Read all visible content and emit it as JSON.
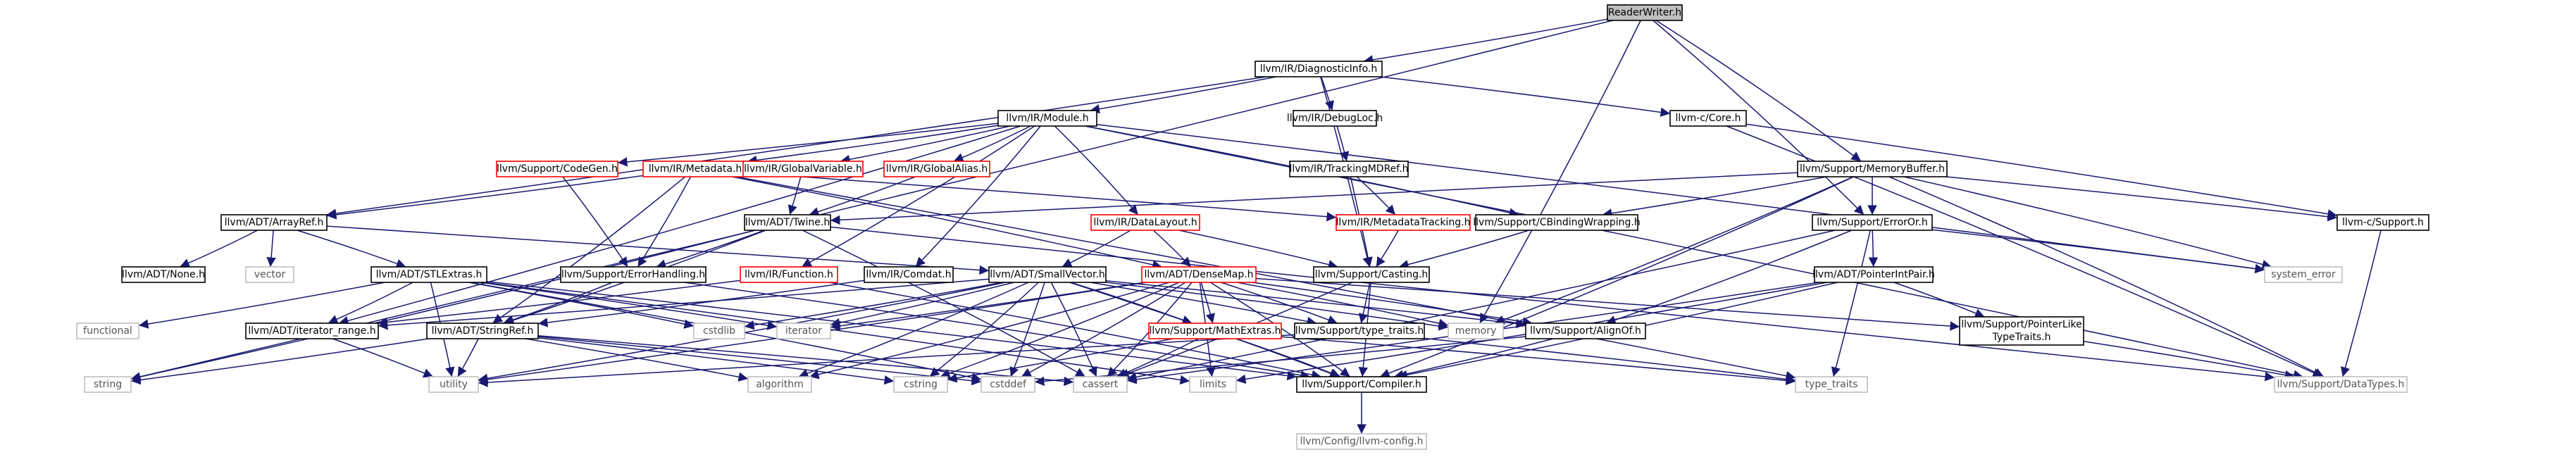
{
  "diagram": {
    "type": "include-dependency-graph",
    "colors": {
      "edge": "#191970",
      "root_fill": "#bfbfbf",
      "normal_border": "#000000",
      "incomplete_border": "#ff0000",
      "system_border": "#bfbfbf",
      "system_text": "#555555"
    },
    "nodes": [
      {
        "id": "root",
        "label": "ReaderWriter.h",
        "style": "root"
      },
      {
        "id": "diaginfo",
        "label": "llvm/IR/DiagnosticInfo.h",
        "style": "normal"
      },
      {
        "id": "module",
        "label": "llvm/IR/Module.h",
        "style": "normal"
      },
      {
        "id": "debugloc",
        "label": "llvm/IR/DebugLoc.h",
        "style": "normal"
      },
      {
        "id": "ccore",
        "label": "llvm-c/Core.h",
        "style": "normal"
      },
      {
        "id": "codegen",
        "label": "llvm/Support/CodeGen.h",
        "style": "incomplete"
      },
      {
        "id": "metadata",
        "label": "llvm/IR/Metadata.h",
        "style": "incomplete"
      },
      {
        "id": "globalvar",
        "label": "llvm/IR/GlobalVariable.h",
        "style": "incomplete"
      },
      {
        "id": "globalalias",
        "label": "llvm/IR/GlobalAlias.h",
        "style": "incomplete"
      },
      {
        "id": "trackingmd",
        "label": "llvm/IR/TrackingMDRef.h",
        "style": "normal"
      },
      {
        "id": "memorybuffer",
        "label": "llvm/Support/MemoryBuffer.h",
        "style": "normal"
      },
      {
        "id": "arrayref",
        "label": "llvm/ADT/ArrayRef.h",
        "style": "normal"
      },
      {
        "id": "twine",
        "label": "llvm/ADT/Twine.h",
        "style": "normal"
      },
      {
        "id": "datalayout",
        "label": "llvm/IR/DataLayout.h",
        "style": "incomplete"
      },
      {
        "id": "mdtracking",
        "label": "llvm/IR/MetadataTracking.h",
        "style": "incomplete"
      },
      {
        "id": "cbinding",
        "label": "llvm/Support/CBindingWrapping.h",
        "style": "normal"
      },
      {
        "id": "erroror",
        "label": "llvm/Support/ErrorOr.h",
        "style": "normal"
      },
      {
        "id": "csupport",
        "label": "llvm-c/Support.h",
        "style": "normal"
      },
      {
        "id": "none",
        "label": "llvm/ADT/None.h",
        "style": "normal"
      },
      {
        "id": "vector",
        "label": "vector",
        "style": "system"
      },
      {
        "id": "stlextras",
        "label": "llvm/ADT/STLExtras.h",
        "style": "normal"
      },
      {
        "id": "errorhandling",
        "label": "llvm/Support/ErrorHandling.h",
        "style": "normal"
      },
      {
        "id": "function",
        "label": "llvm/IR/Function.h",
        "style": "incomplete"
      },
      {
        "id": "comdat",
        "label": "llvm/IR/Comdat.h",
        "style": "normal"
      },
      {
        "id": "smallvector",
        "label": "llvm/ADT/SmallVector.h",
        "style": "normal"
      },
      {
        "id": "densemap",
        "label": "llvm/ADT/DenseMap.h",
        "style": "incomplete"
      },
      {
        "id": "casting",
        "label": "llvm/Support/Casting.h",
        "style": "normal"
      },
      {
        "id": "pointerintpair",
        "label": "llvm/ADT/PointerIntPair.h",
        "style": "normal"
      },
      {
        "id": "systemerror",
        "label": "system_error",
        "style": "system"
      },
      {
        "id": "functional",
        "label": "functional",
        "style": "system"
      },
      {
        "id": "iteratorrange",
        "label": "llvm/ADT/iterator_range.h",
        "style": "normal"
      },
      {
        "id": "cstdlib",
        "label": "cstdlib",
        "style": "system"
      },
      {
        "id": "iterator",
        "label": "iterator",
        "style": "system"
      },
      {
        "id": "stringref",
        "label": "llvm/ADT/StringRef.h",
        "style": "normal"
      },
      {
        "id": "mathextras",
        "label": "llvm/Support/MathExtras.h",
        "style": "incomplete"
      },
      {
        "id": "typetraits",
        "label": "llvm/Support/type_traits.h",
        "style": "normal"
      },
      {
        "id": "memory",
        "label": "memory",
        "style": "system"
      },
      {
        "id": "alignof",
        "label": "llvm/Support/AlignOf.h",
        "style": "normal"
      },
      {
        "id": "ptrliketraits",
        "label": "llvm/Support/PointerLike\nTypeTraits.h",
        "style": "normal"
      },
      {
        "id": "string",
        "label": "string",
        "style": "system"
      },
      {
        "id": "utility",
        "label": "utility",
        "style": "system"
      },
      {
        "id": "algorithm",
        "label": "algorithm",
        "style": "system"
      },
      {
        "id": "cstring",
        "label": "cstring",
        "style": "system"
      },
      {
        "id": "cstddef",
        "label": "cstddef",
        "style": "system"
      },
      {
        "id": "cassert",
        "label": "cassert",
        "style": "system"
      },
      {
        "id": "limits",
        "label": "limits",
        "style": "system"
      },
      {
        "id": "compiler",
        "label": "llvm/Support/Compiler.h",
        "style": "normal"
      },
      {
        "id": "stdtypetraits",
        "label": "type_traits",
        "style": "system"
      },
      {
        "id": "datatypes",
        "label": "llvm/Support/DataTypes.h",
        "style": "system"
      },
      {
        "id": "llvmconfig",
        "label": "llvm/Config/llvm-config.h",
        "style": "system"
      }
    ],
    "edges": [
      [
        "root",
        "diaginfo"
      ],
      [
        "root",
        "memorybuffer"
      ],
      [
        "root",
        "erroror"
      ],
      [
        "root",
        "string"
      ],
      [
        "root",
        "memory"
      ],
      [
        "diaginfo",
        "module"
      ],
      [
        "diaginfo",
        "debugloc"
      ],
      [
        "diaginfo",
        "ccore"
      ],
      [
        "diaginfo",
        "arrayref"
      ],
      [
        "diaginfo",
        "casting"
      ],
      [
        "module",
        "codegen"
      ],
      [
        "module",
        "metadata"
      ],
      [
        "module",
        "globalvar"
      ],
      [
        "module",
        "globalalias"
      ],
      [
        "module",
        "datalayout"
      ],
      [
        "module",
        "function"
      ],
      [
        "module",
        "comdat"
      ],
      [
        "module",
        "cbinding"
      ],
      [
        "module",
        "systemerror"
      ],
      [
        "module",
        "datatypes"
      ],
      [
        "module",
        "iteratorrange"
      ],
      [
        "debugloc",
        "trackingmd"
      ],
      [
        "ccore",
        "csupport"
      ],
      [
        "ccore",
        "datatypes"
      ],
      [
        "codegen",
        "errorhandling"
      ],
      [
        "metadata",
        "arrayref"
      ],
      [
        "metadata",
        "stringref"
      ],
      [
        "metadata",
        "errorhandling"
      ],
      [
        "metadata",
        "densemap"
      ],
      [
        "metadata",
        "mdtracking"
      ],
      [
        "metadata",
        "stdtypetraits"
      ],
      [
        "globalvar",
        "twine"
      ],
      [
        "globalalias",
        "twine"
      ],
      [
        "trackingmd",
        "mdtracking"
      ],
      [
        "trackingmd",
        "casting"
      ],
      [
        "memorybuffer",
        "twine"
      ],
      [
        "memorybuffer",
        "cbinding"
      ],
      [
        "memorybuffer",
        "erroror"
      ],
      [
        "memorybuffer",
        "csupport"
      ],
      [
        "memorybuffer",
        "compiler"
      ],
      [
        "memorybuffer",
        "systemerror"
      ],
      [
        "memorybuffer",
        "datatypes"
      ],
      [
        "memorybuffer",
        "memory"
      ],
      [
        "arrayref",
        "none"
      ],
      [
        "arrayref",
        "vector"
      ],
      [
        "arrayref",
        "stlextras"
      ],
      [
        "arrayref",
        "smallvector"
      ],
      [
        "twine",
        "string"
      ],
      [
        "twine",
        "errorhandling"
      ],
      [
        "twine",
        "stringref"
      ],
      [
        "twine",
        "datatypes"
      ],
      [
        "twine",
        "cassert"
      ],
      [
        "datalayout",
        "densemap"
      ],
      [
        "datalayout",
        "smallvector"
      ],
      [
        "datalayout",
        "casting"
      ],
      [
        "mdtracking",
        "casting"
      ],
      [
        "cbinding",
        "casting"
      ],
      [
        "erroror",
        "alignof"
      ],
      [
        "erroror",
        "pointerintpair"
      ],
      [
        "erroror",
        "systemerror"
      ],
      [
        "erroror",
        "stdtypetraits"
      ],
      [
        "erroror",
        "cassert"
      ],
      [
        "csupport",
        "datatypes"
      ],
      [
        "stlextras",
        "functional"
      ],
      [
        "stlextras",
        "iteratorrange"
      ],
      [
        "stlextras",
        "cstdlib"
      ],
      [
        "stlextras",
        "iterator"
      ],
      [
        "stlextras",
        "utility"
      ],
      [
        "stlextras",
        "compiler"
      ],
      [
        "stlextras",
        "cstddef"
      ],
      [
        "stlextras",
        "limits"
      ],
      [
        "errorhandling",
        "compiler"
      ],
      [
        "errorhandling",
        "stringref"
      ],
      [
        "function",
        "iteratorrange"
      ],
      [
        "function",
        "compiler"
      ],
      [
        "comdat",
        "stringref"
      ],
      [
        "smallvector",
        "iteratorrange"
      ],
      [
        "smallvector",
        "alignof"
      ],
      [
        "smallvector",
        "compiler"
      ],
      [
        "smallvector",
        "mathextras"
      ],
      [
        "smallvector",
        "typetraits"
      ],
      [
        "smallvector",
        "algorithm"
      ],
      [
        "smallvector",
        "cassert"
      ],
      [
        "smallvector",
        "cstddef"
      ],
      [
        "smallvector",
        "cstdlib"
      ],
      [
        "smallvector",
        "cstring"
      ],
      [
        "smallvector",
        "iterator"
      ],
      [
        "smallvector",
        "memory"
      ],
      [
        "smallvector",
        "utility"
      ],
      [
        "densemap",
        "mathextras"
      ],
      [
        "densemap",
        "typetraits"
      ],
      [
        "densemap",
        "ptrliketraits"
      ],
      [
        "densemap",
        "alignof"
      ],
      [
        "densemap",
        "compiler"
      ],
      [
        "densemap",
        "algorithm"
      ],
      [
        "densemap",
        "cassert"
      ],
      [
        "densemap",
        "cstddef"
      ],
      [
        "densemap",
        "cstring"
      ],
      [
        "densemap",
        "iterator"
      ],
      [
        "densemap",
        "limits"
      ],
      [
        "densemap",
        "memory"
      ],
      [
        "densemap",
        "utility"
      ],
      [
        "casting",
        "typetraits"
      ],
      [
        "casting",
        "compiler"
      ],
      [
        "casting",
        "cassert"
      ],
      [
        "pointerintpair",
        "ptrliketraits"
      ],
      [
        "pointerintpair",
        "compiler"
      ],
      [
        "pointerintpair",
        "cassert"
      ],
      [
        "pointerintpair",
        "limits"
      ],
      [
        "iteratorrange",
        "utility"
      ],
      [
        "stringref",
        "string"
      ],
      [
        "stringref",
        "utility"
      ],
      [
        "stringref",
        "algorithm"
      ],
      [
        "stringref",
        "cassert"
      ],
      [
        "stringref",
        "cstring"
      ],
      [
        "stringref",
        "cstddef"
      ],
      [
        "mathextras",
        "compiler"
      ],
      [
        "mathextras",
        "cstring"
      ],
      [
        "mathextras",
        "stdtypetraits"
      ],
      [
        "mathextras",
        "cassert"
      ],
      [
        "typetraits",
        "utility"
      ],
      [
        "typetraits",
        "stdtypetraits"
      ],
      [
        "alignof",
        "compiler"
      ],
      [
        "alignof",
        "cstddef"
      ],
      [
        "ptrliketraits",
        "datatypes"
      ],
      [
        "compiler",
        "llvmconfig"
      ]
    ]
  }
}
